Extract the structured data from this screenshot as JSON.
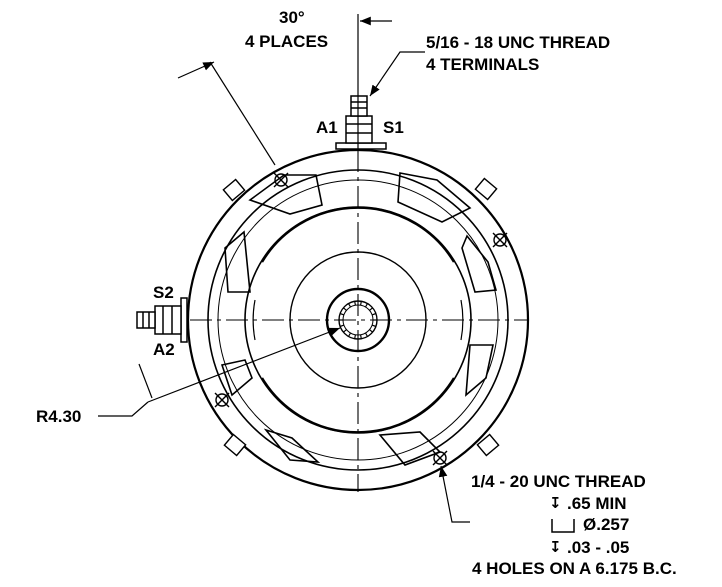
{
  "angle": {
    "value": "30°",
    "note": "4 PLACES"
  },
  "terminal_thread": {
    "spec": "5/16 - 18 UNC THREAD",
    "note": "4 TERMINALS"
  },
  "terminals": {
    "a1": "A1",
    "s1": "S1",
    "s2": "S2",
    "a2": "A2"
  },
  "radius": "R4.30",
  "mount_thread": {
    "spec": "1/4 - 20 UNC THREAD",
    "depth_symbol": "↧",
    "depth": ".65 MIN",
    "cbore_symbol": "⌴",
    "cbore_dia": "Ø.257",
    "cbore_depth": ".03 - .05",
    "holes": "4 HOLES ON A 6.175 B.C."
  },
  "colors": {
    "ink": "#000000",
    "paper": "#ffffff"
  }
}
